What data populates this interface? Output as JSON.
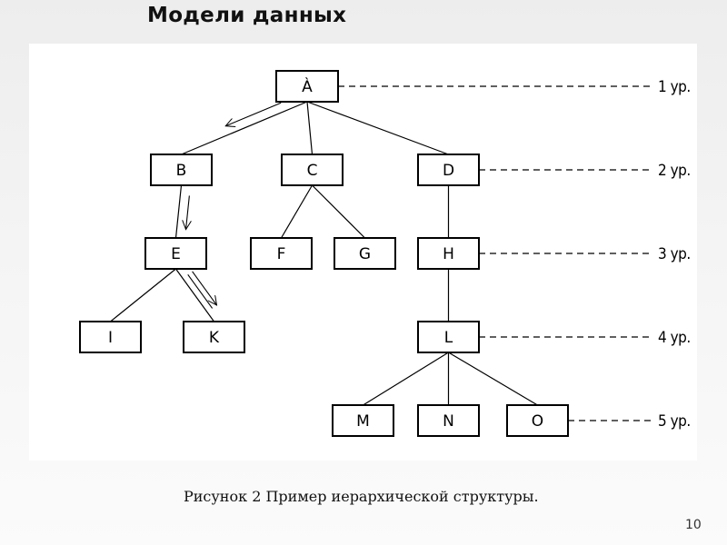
{
  "slide": {
    "title": "Модели данных",
    "caption": "Рисунок 2  Пример иерархической структуры.",
    "page_number": "10"
  },
  "diagram": {
    "nodes": [
      {
        "id": "A",
        "label": "À",
        "level": 1
      },
      {
        "id": "B",
        "label": "B",
        "level": 2
      },
      {
        "id": "C",
        "label": "C",
        "level": 2
      },
      {
        "id": "D",
        "label": "D",
        "level": 2
      },
      {
        "id": "E",
        "label": "E",
        "level": 3
      },
      {
        "id": "F",
        "label": "F",
        "level": 3
      },
      {
        "id": "G",
        "label": "G",
        "level": 3
      },
      {
        "id": "H",
        "label": "H",
        "level": 3
      },
      {
        "id": "I",
        "label": "I",
        "level": 4
      },
      {
        "id": "K",
        "label": "K",
        "level": 4
      },
      {
        "id": "L",
        "label": "L",
        "level": 4
      },
      {
        "id": "M",
        "label": "M",
        "level": 5
      },
      {
        "id": "N",
        "label": "N",
        "level": 5
      },
      {
        "id": "O",
        "label": "O",
        "level": 5
      }
    ],
    "edges": [
      {
        "from": "A",
        "to": "B"
      },
      {
        "from": "A",
        "to": "C"
      },
      {
        "from": "A",
        "to": "D"
      },
      {
        "from": "B",
        "to": "E"
      },
      {
        "from": "C",
        "to": "F"
      },
      {
        "from": "C",
        "to": "G"
      },
      {
        "from": "D",
        "to": "H"
      },
      {
        "from": "E",
        "to": "I"
      },
      {
        "from": "E",
        "to": "K"
      },
      {
        "from": "H",
        "to": "L"
      },
      {
        "from": "L",
        "to": "M"
      },
      {
        "from": "L",
        "to": "N"
      },
      {
        "from": "L",
        "to": "O"
      }
    ],
    "traversal_arrows": [
      {
        "from": "A",
        "to": "B"
      },
      {
        "from": "B",
        "to": "E"
      },
      {
        "from": "E",
        "to": "K"
      }
    ],
    "levels": [
      {
        "label": "1 ур.",
        "level": 1,
        "anchor": "A"
      },
      {
        "label": "2 ур.",
        "level": 2,
        "anchor": "D"
      },
      {
        "label": "3 ур.",
        "level": 3,
        "anchor": "H"
      },
      {
        "label": "4 ур.",
        "level": 4,
        "anchor": "L"
      },
      {
        "label": "5 ур.",
        "level": 5,
        "anchor": "O"
      }
    ]
  }
}
